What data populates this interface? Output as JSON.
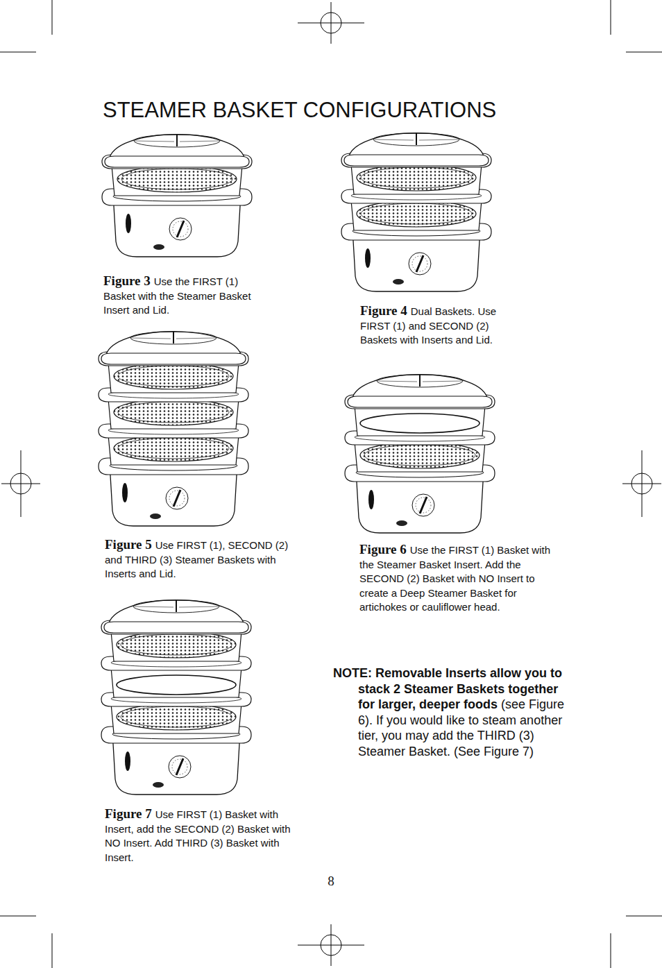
{
  "diagram": {
    "title": "STEAMER BASKET CONFIGURATIONS",
    "labels": [
      "Figure 3",
      "Use the FIRST (1) Basket with the Steamer Basket Insert and Lid.",
      "Figure 4",
      "Dual Baskets. Use FIRST (1) and SECOND (2) Baskets with Inserts and Lid.",
      "Figure 5",
      "Use FIRST (1), SECOND (2) and THIRD (3) Steamer Baskets with Inserts and Lid.",
      "Figure 6",
      "Use the FIRST (1) Basket with the Steamer Basket Insert. Add the SECOND (2) Basket with NO Insert to create a Deep Steamer Basket for artichokes or cauliflower head.",
      "NOTE: Removable Inserts allow you to stack 2 Steamer Baskets together for larger, deeper foods",
      "(see Figure 6). If you would like to steam another tier, you may add the THIRD (3) Steamer Basket. (See Figure 7)",
      "Figure 7",
      "Use FIRST (1) Basket with Insert, add the SECOND (2) Basket with NO Insert. Add THIRD (3) Basket with Insert.",
      "8"
    ]
  }
}
